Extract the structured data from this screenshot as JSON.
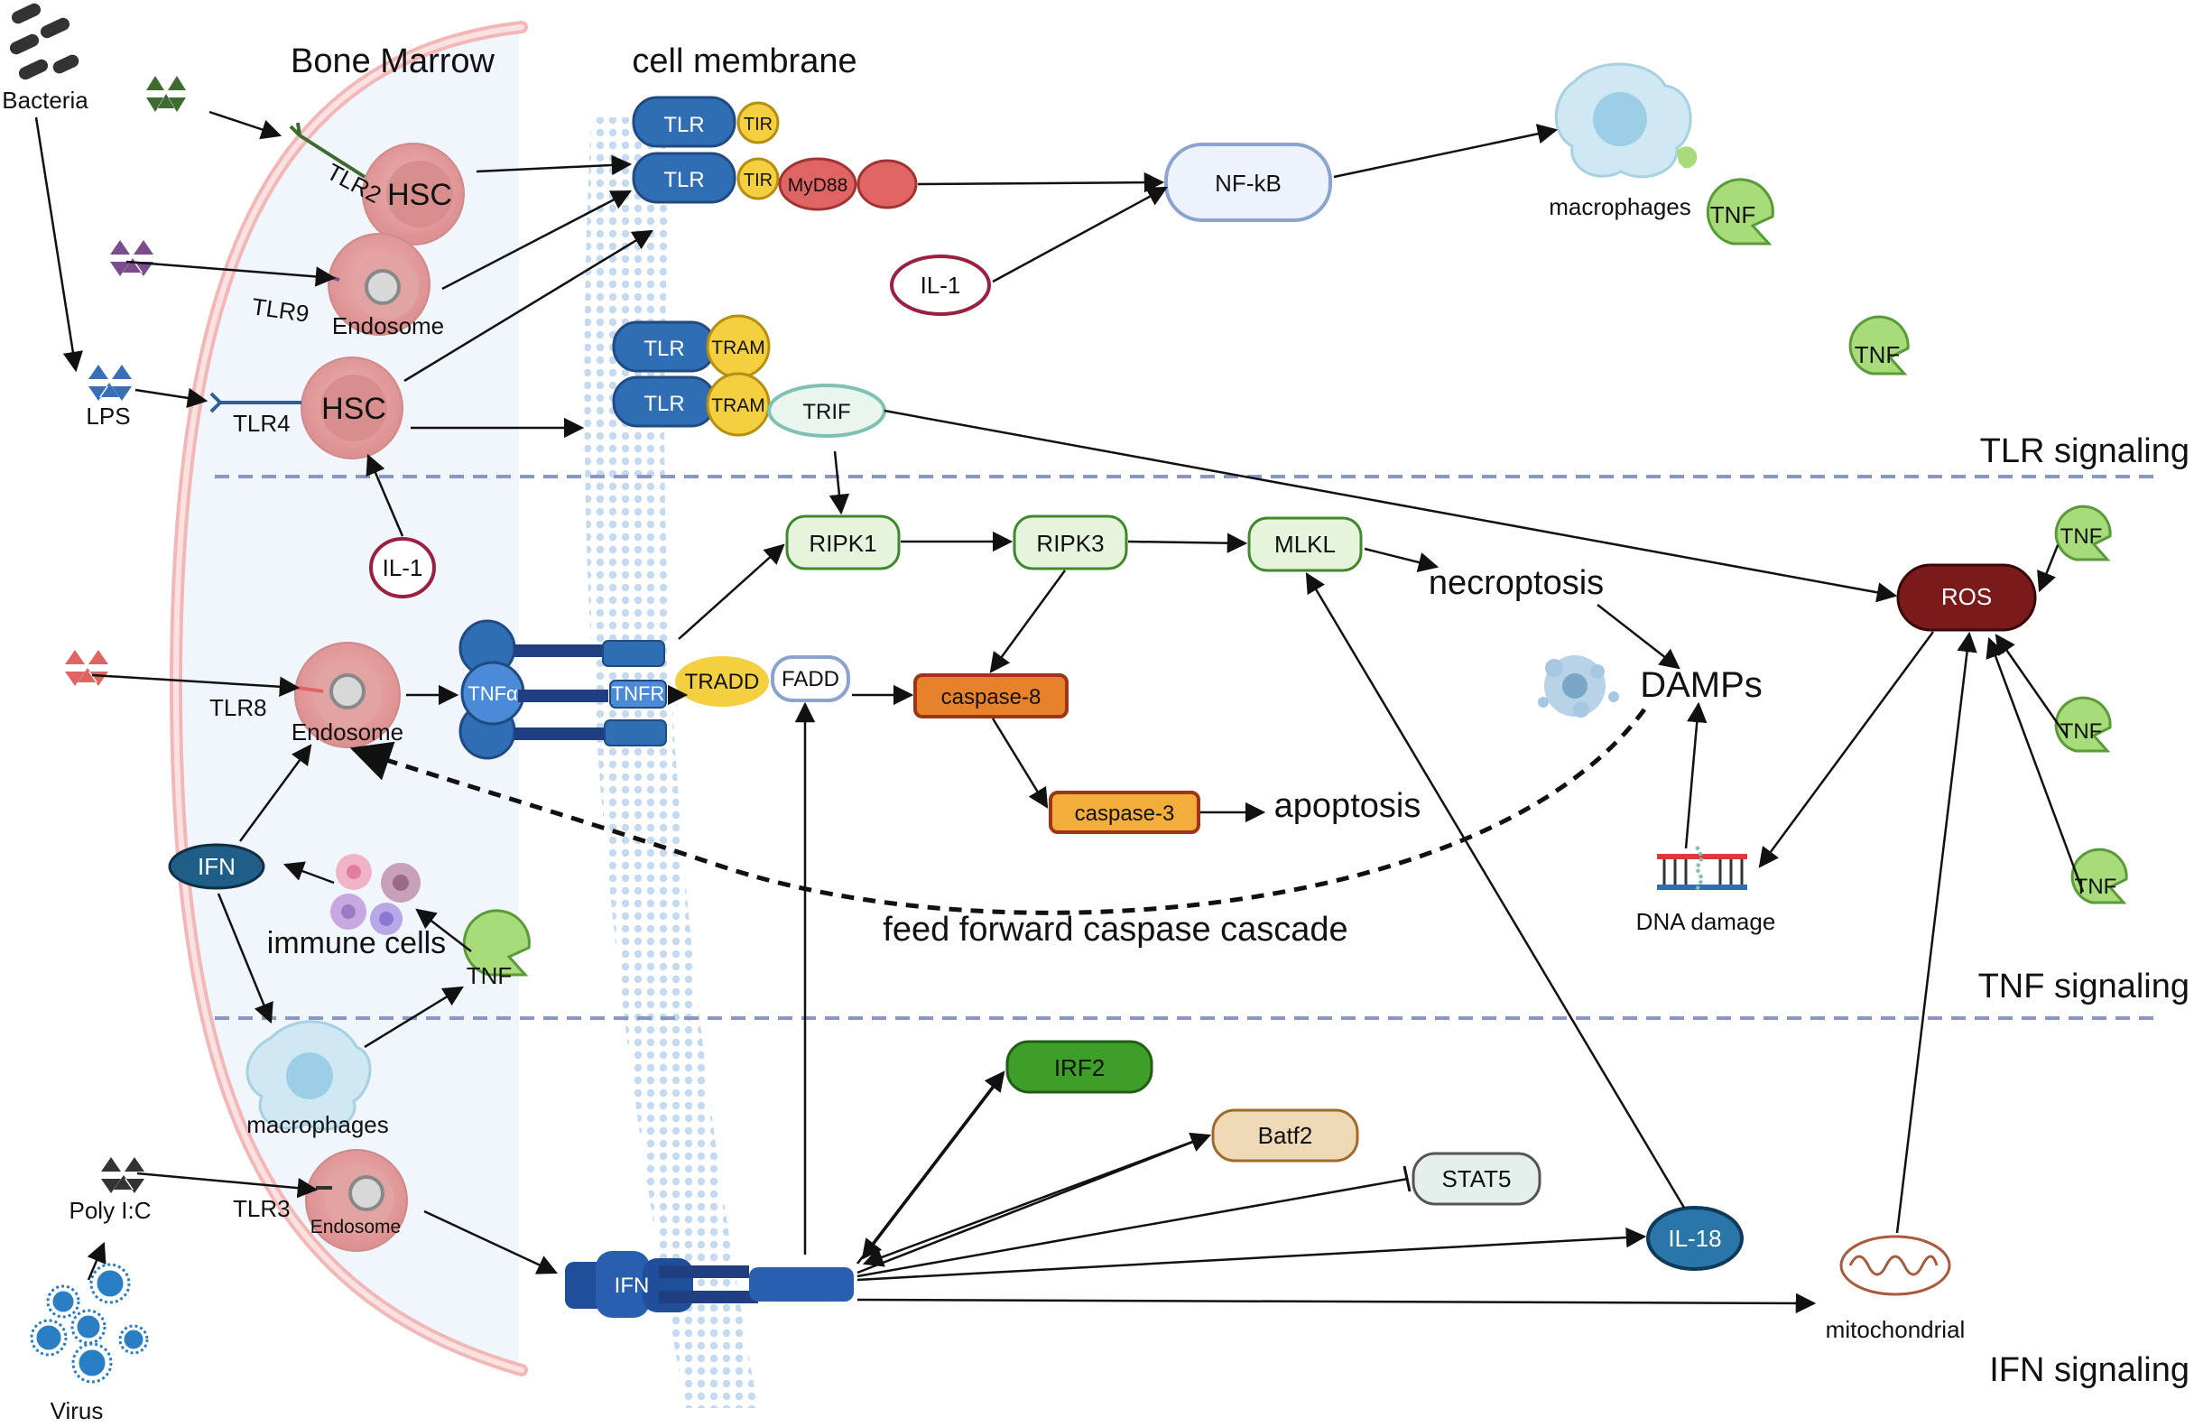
{
  "regions": {
    "bone_marrow": "Bone Marrow",
    "cell_membrane": "cell membrane",
    "tlr_signaling": "TLR signaling",
    "tnf_signaling": "TNF signaling",
    "ifn_signaling": "IFN signaling"
  },
  "stimuli": {
    "bacteria": "Bacteria",
    "lps": "LPS",
    "poly_ic": "Poly I:C",
    "virus": "Virus"
  },
  "receptors": {
    "tlr2": "TLR2",
    "tlr9": "TLR9",
    "tlr4": "TLR4",
    "tlr8": "TLR8",
    "tlr3": "TLR3",
    "tlr": "TLR",
    "tir": "TIR",
    "tram": "TRAM",
    "tnfa": "TNFα",
    "tnfr": "TNFR",
    "ifn_receptor": "IFN"
  },
  "cells": {
    "hsc": "HSC",
    "endosome": "Endosome",
    "macrophages": "macrophages",
    "immune_cells": "immune cells",
    "mitochondrial": "mitochondrial",
    "dna_damage": "DNA damage"
  },
  "molecules": {
    "myd88": "MyD88",
    "nfkb": "NF-kB",
    "il1": "IL-1",
    "tnf": "TNF",
    "trif": "TRIF",
    "ripk1": "RIPK1",
    "ripk3": "RIPK3",
    "mlkl": "MLKL",
    "tradd": "TRADD",
    "fadd": "FADD",
    "caspase8": "caspase-8",
    "caspase3": "caspase-3",
    "ifn": "IFN",
    "ros": "ROS",
    "irf2": "IRF2",
    "batf2": "Batf2",
    "stat5": "STAT5",
    "il18": "IL-18"
  },
  "outcomes": {
    "necroptosis": "necroptosis",
    "apoptosis": "apoptosis",
    "damps": "DAMPs",
    "feed_forward": "feed forward caspase cascade"
  },
  "colors": {
    "tlr_blue": "#2f6db5",
    "adapter_yellow": "#f4cf3f",
    "myd88_red": "#e06464",
    "node_green": "#e6f4de",
    "caspase8": "#e8822a",
    "caspase3": "#f2ad3b",
    "ros": "#7b1a1a",
    "irf2": "#3e9e2a",
    "batf2": "#f0d9b6",
    "il18": "#2a76a8",
    "tnf_green": "#a8dc7a",
    "hsc_pink": "#e8a8a8",
    "divider": "#8a96c4"
  }
}
